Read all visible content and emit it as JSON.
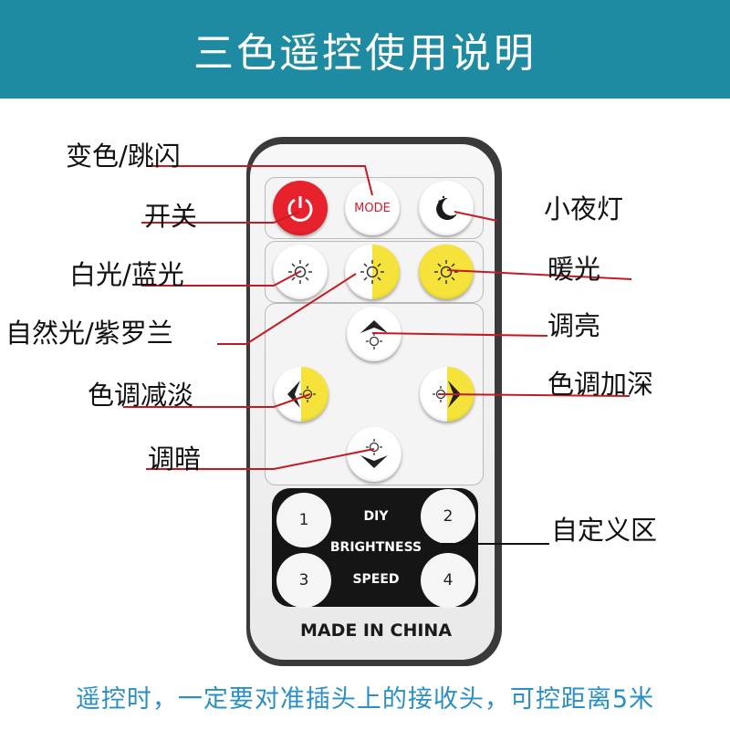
{
  "header": {
    "title": "三色遥控使用说明"
  },
  "labels": {
    "color_flash": "变色/跳闪",
    "power": "开关",
    "night_light": "小夜灯",
    "white_blue": "白光/蓝光",
    "warm": "暖光",
    "natural_violet": "自然光/紫罗兰",
    "brighten": "调亮",
    "color_lighter": "色调减淡",
    "color_deeper": "色调加深",
    "dim": "调暗",
    "custom_zone": "自定义区"
  },
  "remote": {
    "mode_label": "MODE",
    "diy_label": "DIY",
    "brightness_label": "BRIGHTNESS",
    "speed_label": "SPEED",
    "num1": "1",
    "num2": "2",
    "num3": "3",
    "num4": "4",
    "made_in": "MADE IN CHINA"
  },
  "footer": {
    "note": "遥控时，一定要对准插头上的接收头，可控距离5米"
  },
  "colors": {
    "header_bg": "#1f8ba3",
    "accent_red": "#d61b2a",
    "yellow": "#f5e23a",
    "footer_text": "#2a8fc4"
  },
  "icons": [
    "power-icon",
    "mode-icon",
    "moon-icon",
    "sun-icon",
    "up-icon",
    "left-icon",
    "right-icon",
    "down-icon"
  ]
}
